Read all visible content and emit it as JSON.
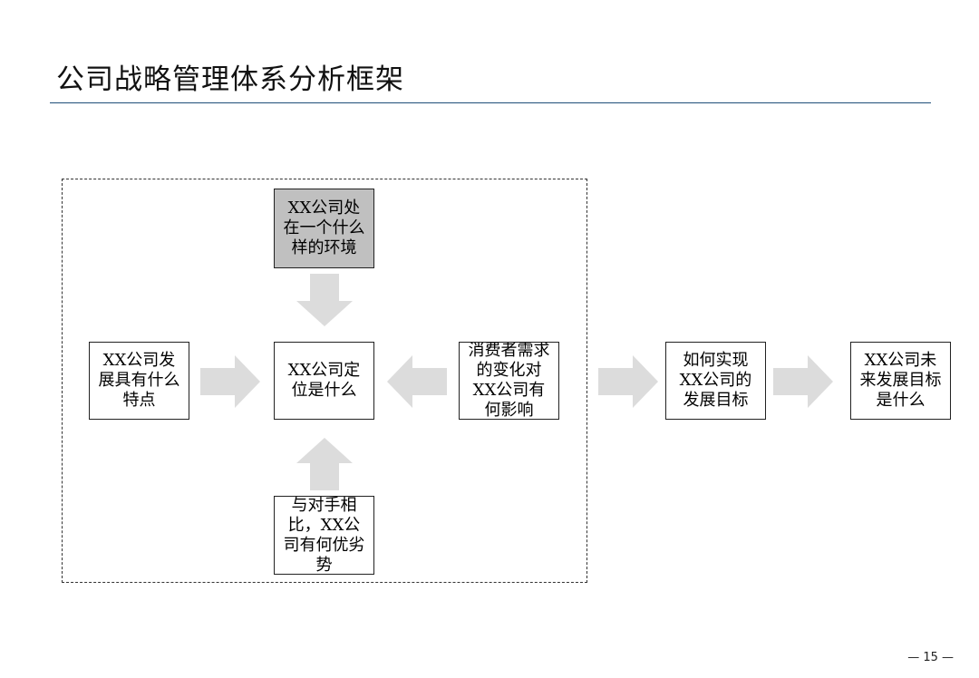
{
  "title": "公司战略管理体系分析框架",
  "boxes": {
    "environment": "XX公司处在一个什么样的环境",
    "features": "XX公司发展具有什么特点",
    "positioning": "XX公司定位是什么",
    "consumer": "消费者需求的变化对XX公司有何影响",
    "competitor": "与对手相比，XX公司有何优劣势",
    "goal_path": "如何实现XX公司的发展目标",
    "future_goal": "XX公司未来发展目标是什么"
  },
  "colors": {
    "arrow_fill": "#dcdcdc",
    "shaded_box": "#c0c0c0",
    "title_rule": "#1f4e79"
  },
  "page_number": "— 15 —"
}
